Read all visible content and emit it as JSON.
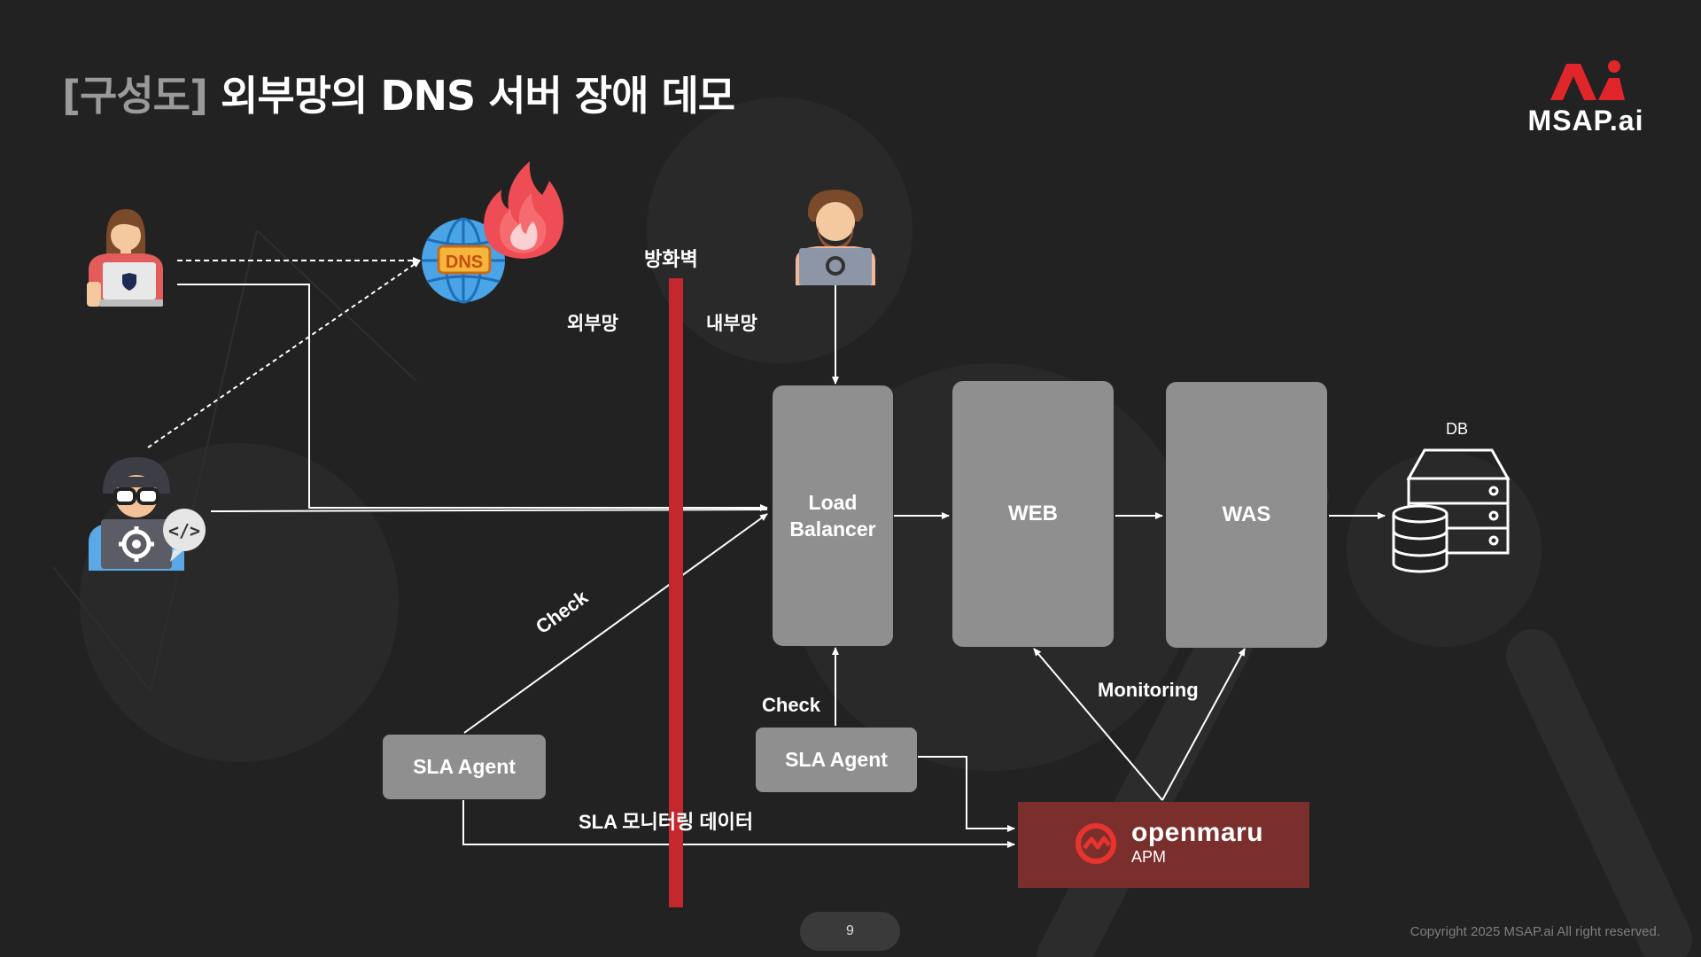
{
  "title": {
    "tag": "[구성도]",
    "text": "외부망의 DNS 서버 장애 데모"
  },
  "logo": {
    "text": "MSAP.ai"
  },
  "firewall": {
    "label": "방화벽",
    "outside_label": "외부망",
    "inside_label": "내부망"
  },
  "nodes": {
    "load_balancer": "Load\nBalancer",
    "web": "WEB",
    "was": "WAS",
    "db": "DB",
    "dns": "DNS",
    "sla_agent_external": "SLA Agent",
    "sla_agent_internal": "SLA Agent"
  },
  "apm": {
    "name": "openmaru",
    "sub": "APM"
  },
  "edges": {
    "check_external": "Check",
    "check_internal": "Check",
    "monitoring": "Monitoring",
    "sla_data": "SLA 모니터링 데이터"
  },
  "footer": {
    "page": "9",
    "copyright": "Copyright 2025 MSAP.ai All right reserved."
  },
  "colors": {
    "background": "#232222",
    "box": "#8f8f8f",
    "firewall": "#c4272e",
    "apm": "#7b2f2d",
    "logo_red": "#e0262b"
  },
  "icons": [
    "user-laptop-icon",
    "dns-globe-icon",
    "fire-icon",
    "admin-laptop-icon",
    "hacker-icon",
    "database-server-icon",
    "openmaru-logo-icon",
    "msap-logo-icon"
  ]
}
